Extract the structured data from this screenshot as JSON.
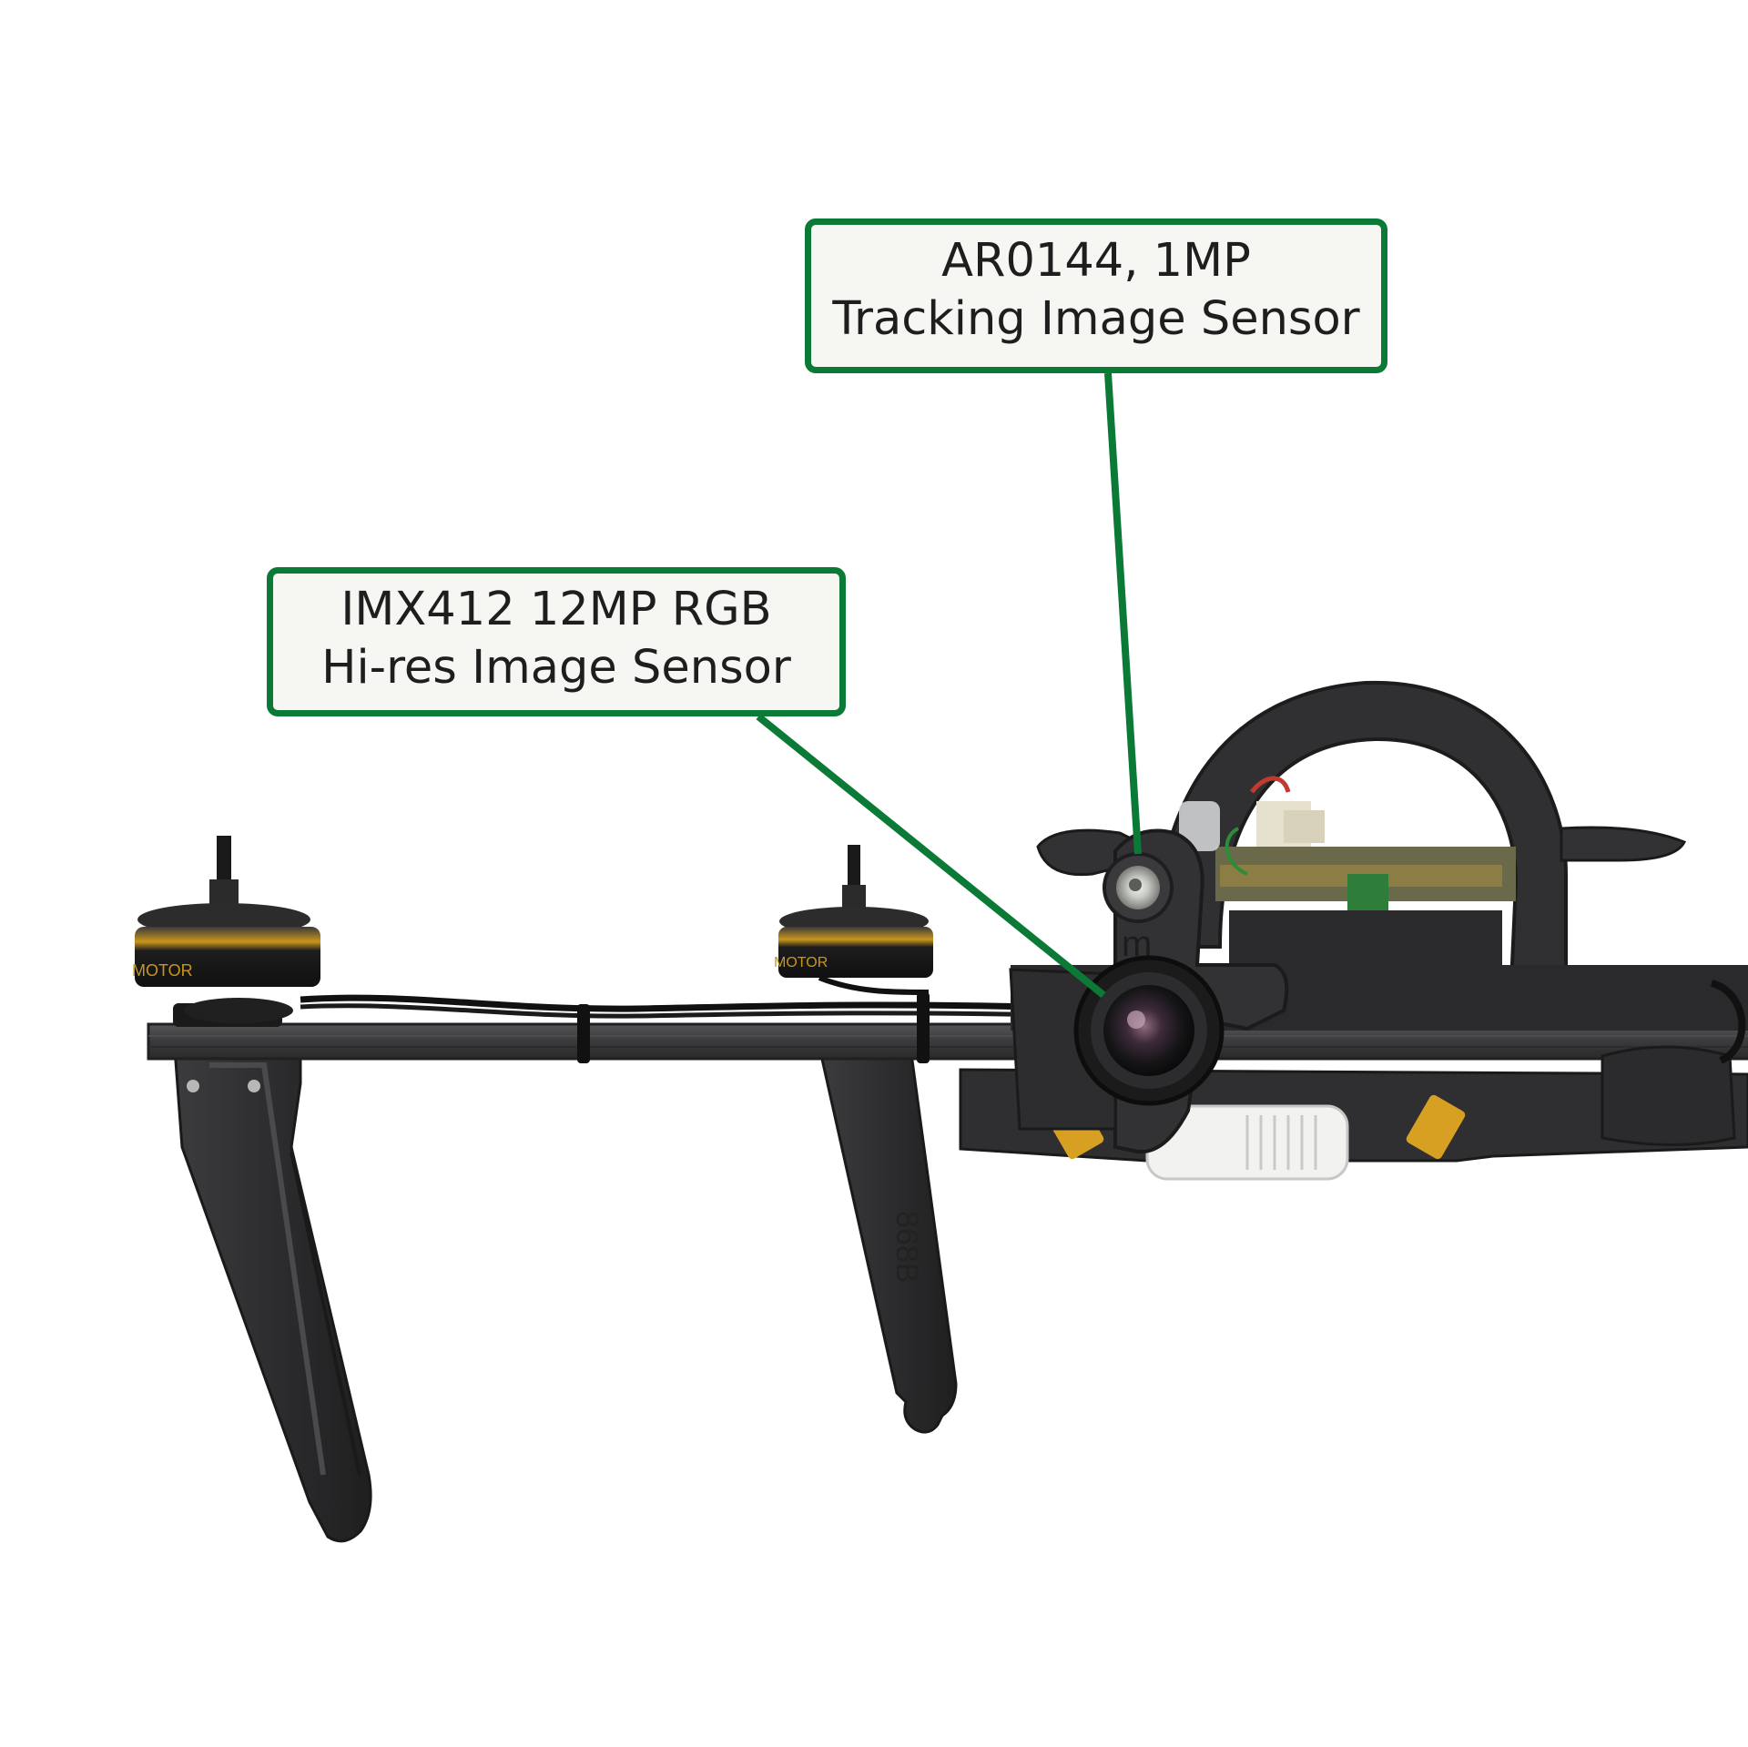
{
  "callouts": {
    "tracking_sensor": {
      "line1": "AR0144, 1MP",
      "line2": "Tracking Image Sensor"
    },
    "hires_sensor": {
      "line1": "IMX412 12MP RGB",
      "line2": "Hi-res Image Sensor"
    }
  },
  "colors": {
    "callout_border": "#0a7a36",
    "callout_fill": "#f6f6f3",
    "drone_body": "#2a2a2c",
    "motor_accent": "#d9a520",
    "background": "#ffffff"
  }
}
